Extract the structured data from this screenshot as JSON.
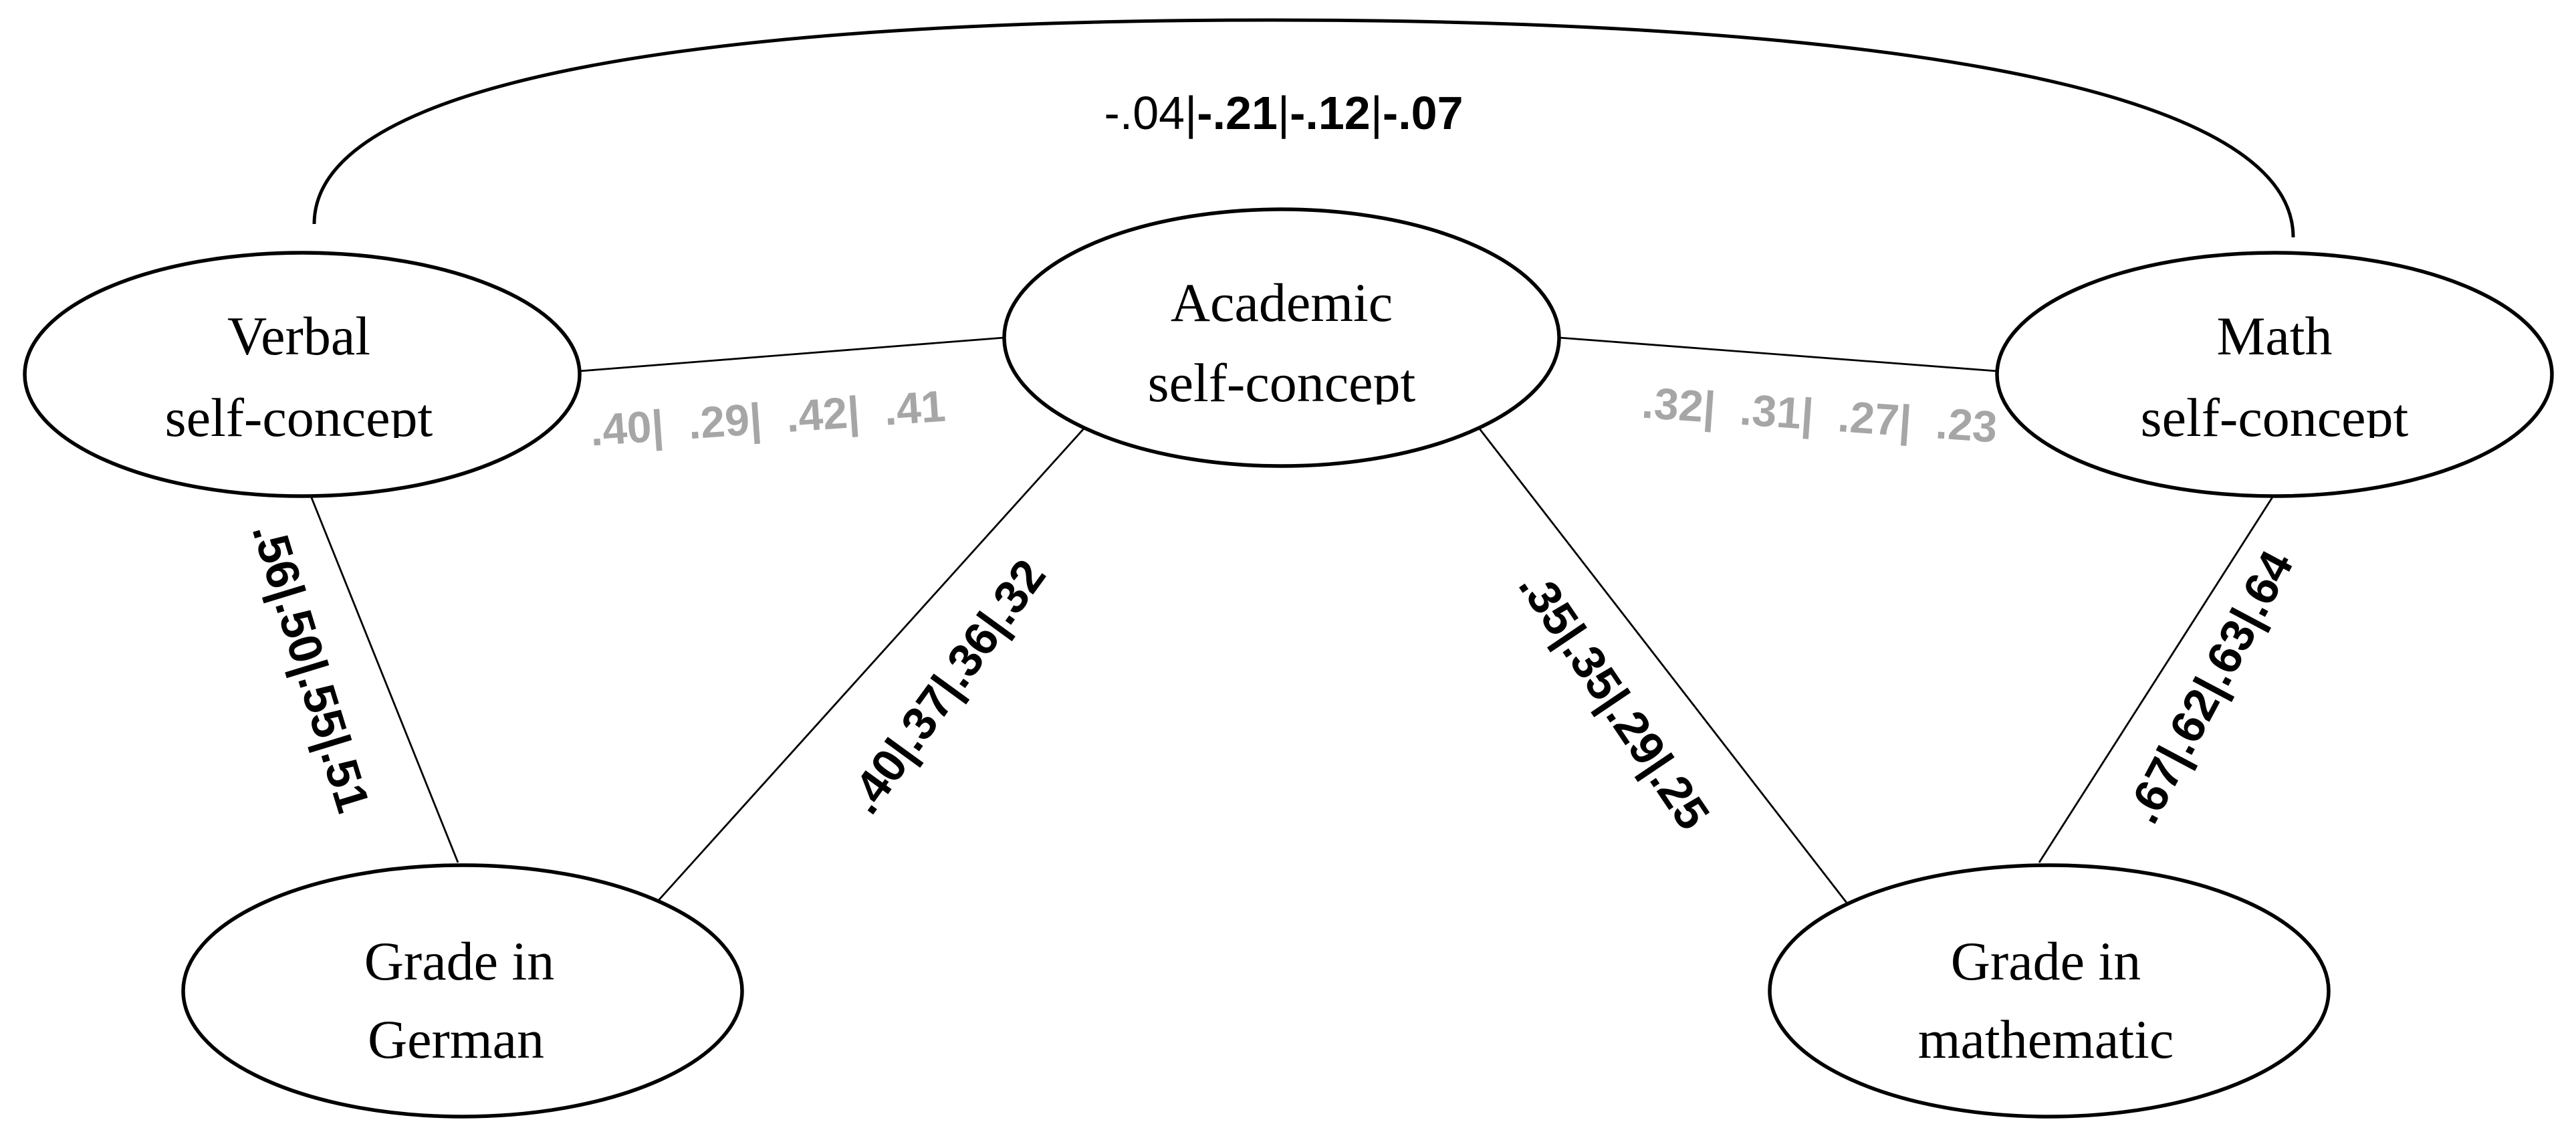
{
  "nodes": {
    "verbal": {
      "line1": "Verbal",
      "line2": "self-concept"
    },
    "academic": {
      "line1": "Academic",
      "line2": "self-concept"
    },
    "math": {
      "line1": "Math",
      "line2": "self-concept"
    },
    "german_grade": {
      "line1": "Grade in",
      "line2": "German"
    },
    "math_grade": {
      "line1": "Grade in",
      "line2": "mathematic"
    }
  },
  "edges": {
    "verbal_math": {
      "v1": "-.04",
      "sep1": "|",
      "v2": "-.21",
      "sep2": "|",
      "v3": "-.12",
      "sep3": "|",
      "v4": "-.07"
    },
    "verbal_academic": ".40|  .29|  .42|  .41",
    "academic_math": ".32|  .31|  .27|  .23",
    "verbal_german": ".56|.50|.55|.51",
    "academic_german": ".40|.37|.36|.32",
    "academic_mathgrade": ".35|.35|.29|.25",
    "math_mathgrade": ".67|.62|.63|.64"
  },
  "colors": {
    "stroke": "#000000",
    "label": "#000000",
    "label_muted": "#a6a6a6",
    "background": "#ffffff"
  }
}
